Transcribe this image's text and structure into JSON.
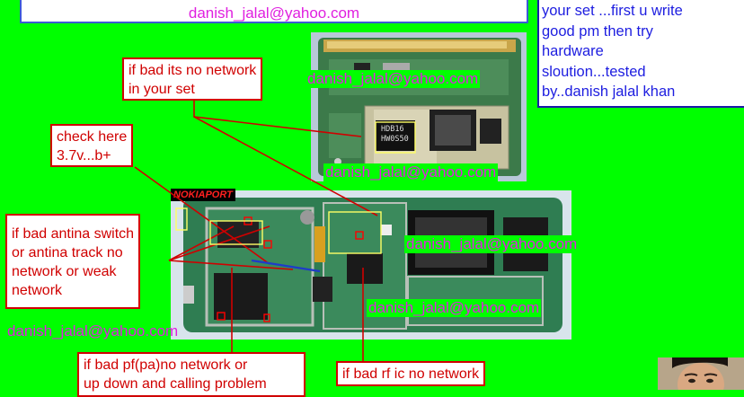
{
  "header": {
    "email": "danish_jalal@yahoo.com"
  },
  "note": {
    "lines": [
      "your set ...first u write",
      "good pm then try",
      "hardware",
      "sloution...tested",
      "by..danish jalal khan"
    ]
  },
  "callouts": {
    "network": [
      "if bad its no network",
      "in your set"
    ],
    "check": [
      "check here",
      "3.7v...b+"
    ],
    "antenna": [
      "if bad antina switch",
      "or antina track no",
      "network or weak",
      "network"
    ],
    "pa": [
      "if bad pf(pa)no network or",
      "up down and calling problem"
    ],
    "rf": [
      "if bad rf ic no network"
    ]
  },
  "watermarks": {
    "w1": "danish_jalal@yahoo.com",
    "w2": "danish_jalal@yahoo.com",
    "w3": "danish_jalal@yahoo.com",
    "w4": "danish_jalal@yahoo.com",
    "w5": "danish_jalal@yahoo.com"
  },
  "chip": {
    "line1": "HDB16",
    "line2": "HW0S50"
  },
  "logo": {
    "text": "NOKIAPORT"
  },
  "colors": {
    "background": "#00ff00",
    "callout_border": "#d00000",
    "watermark": "#e020e0",
    "note_text": "#1d1de0"
  }
}
